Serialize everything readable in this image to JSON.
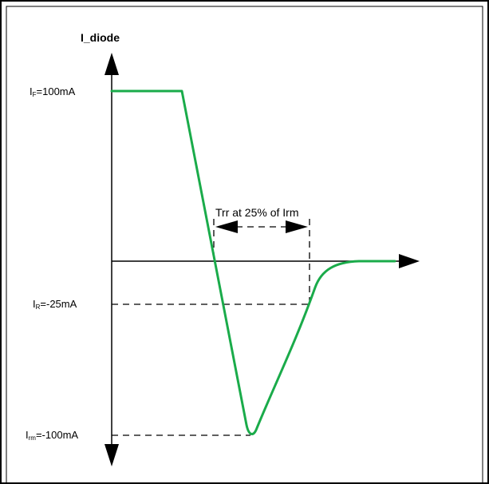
{
  "axis": {
    "y_label": "I_diode"
  },
  "levels": {
    "forward": {
      "prefix": "I",
      "subscript": "F",
      "value": "=100mA"
    },
    "reverse": {
      "prefix": "I",
      "subscript": "R",
      "value": "=-25mA"
    },
    "peak_reverse": {
      "prefix": "I",
      "subscript": "rm",
      "value": "=-100mA"
    }
  },
  "annotation": {
    "trr_label": "Trr at 25% of Irm"
  },
  "colors": {
    "waveform": "#1aab4a",
    "axes": "#000000",
    "frame": "#000000"
  }
}
